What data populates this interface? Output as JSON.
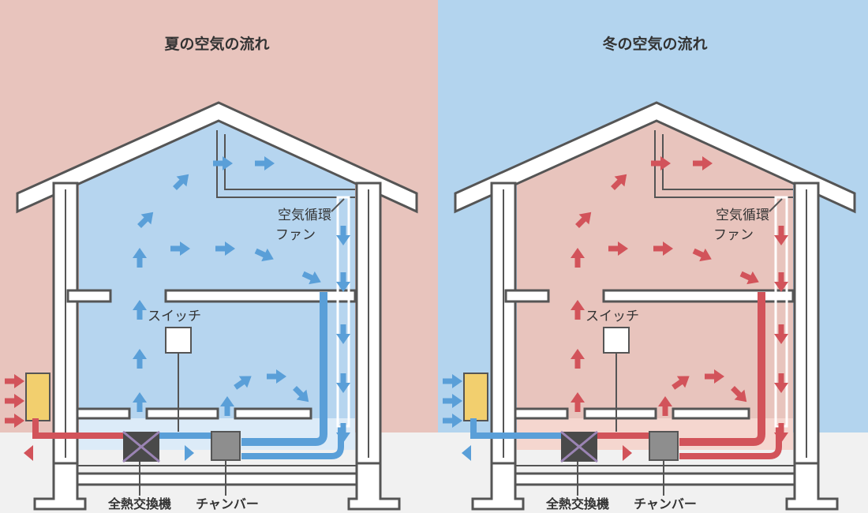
{
  "colors": {
    "summer_bg": "#e8c4bd",
    "winter_bg": "#b3d4ee",
    "cool_air": "#5a9fd8",
    "warm_air": "#d2535a",
    "structure": "#555555",
    "outdoor_unit": "#f2cf6e"
  },
  "panels": [
    {
      "id": "summer",
      "title": "夏の空気の流れ",
      "season": "summer",
      "labels": {
        "fan_line1": "空気循環",
        "fan_line2": "ファン",
        "switch": "スイッチ",
        "erv": "全熱交換機",
        "chamber": "チャンバー"
      }
    },
    {
      "id": "winter",
      "title": "冬の空気の流れ",
      "season": "winter",
      "labels": {
        "fan_line1": "空気循環",
        "fan_line2": "ファン",
        "switch": "スイッチ",
        "erv": "全熱交換機",
        "chamber": "チャンバー"
      }
    }
  ],
  "icons": [
    "up-arrow-icon",
    "right-arrow-icon",
    "down-arrow-icon",
    "erv-cross-icon",
    "chamber-box-icon",
    "switch-box-icon",
    "outdoor-unit-icon"
  ]
}
